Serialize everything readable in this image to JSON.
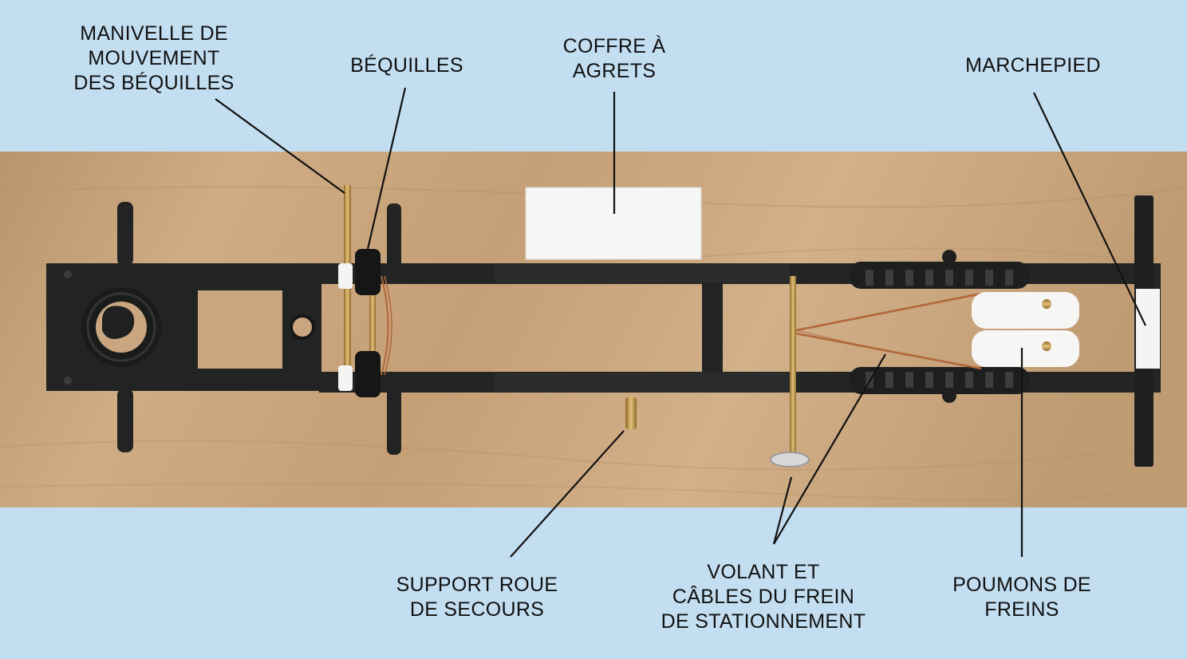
{
  "labels": {
    "manivelle": [
      "MANIVELLE DE",
      "MOUVEMENT",
      "DES BÉQUILLES"
    ],
    "bequilles": [
      "BÉQUILLES"
    ],
    "coffre": [
      "COFFRE À",
      "AGRETS"
    ],
    "marchepied": [
      "MARCHEPIED"
    ],
    "support": [
      "SUPPORT ROUE",
      "DE SECOURS"
    ],
    "volant": [
      "VOLANT ET",
      "CÂBLES DU FREIN",
      "DE STATIONNEMENT"
    ],
    "poumons": [
      "POUMONS DE",
      "FREINS"
    ]
  },
  "colors": {
    "background": "#c2def0",
    "wood": "#c9a67f",
    "chassis": "#1f2120",
    "white_part": "#f4f4f2",
    "brass": "#c89a4a",
    "copper_wire": "#b0663a",
    "leader_line": "#111111"
  }
}
